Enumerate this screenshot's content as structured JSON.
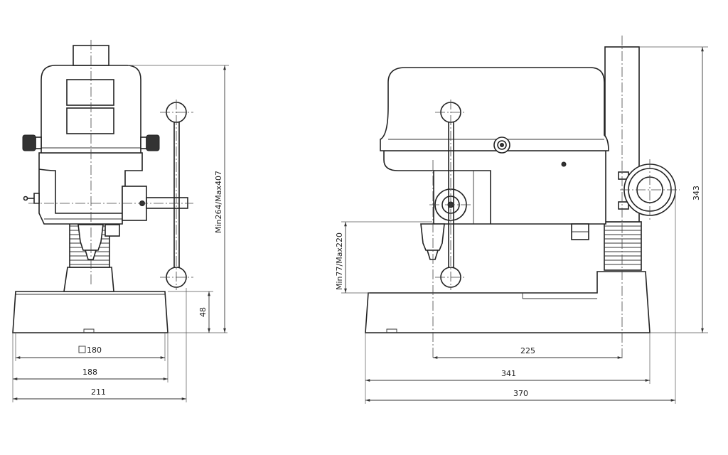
{
  "dimensions": {
    "front": {
      "base_square": "180",
      "base_width": "188",
      "overall_width": "211",
      "base_height": "48",
      "height_range": "Min264/Max407"
    },
    "side": {
      "column_to_spindle": "225",
      "base_depth": "341",
      "overall_depth": "370",
      "overall_height": "343",
      "spindle_to_base": "Min77/Max220"
    }
  },
  "colors": {
    "line": "#222222",
    "background": "#ffffff"
  }
}
